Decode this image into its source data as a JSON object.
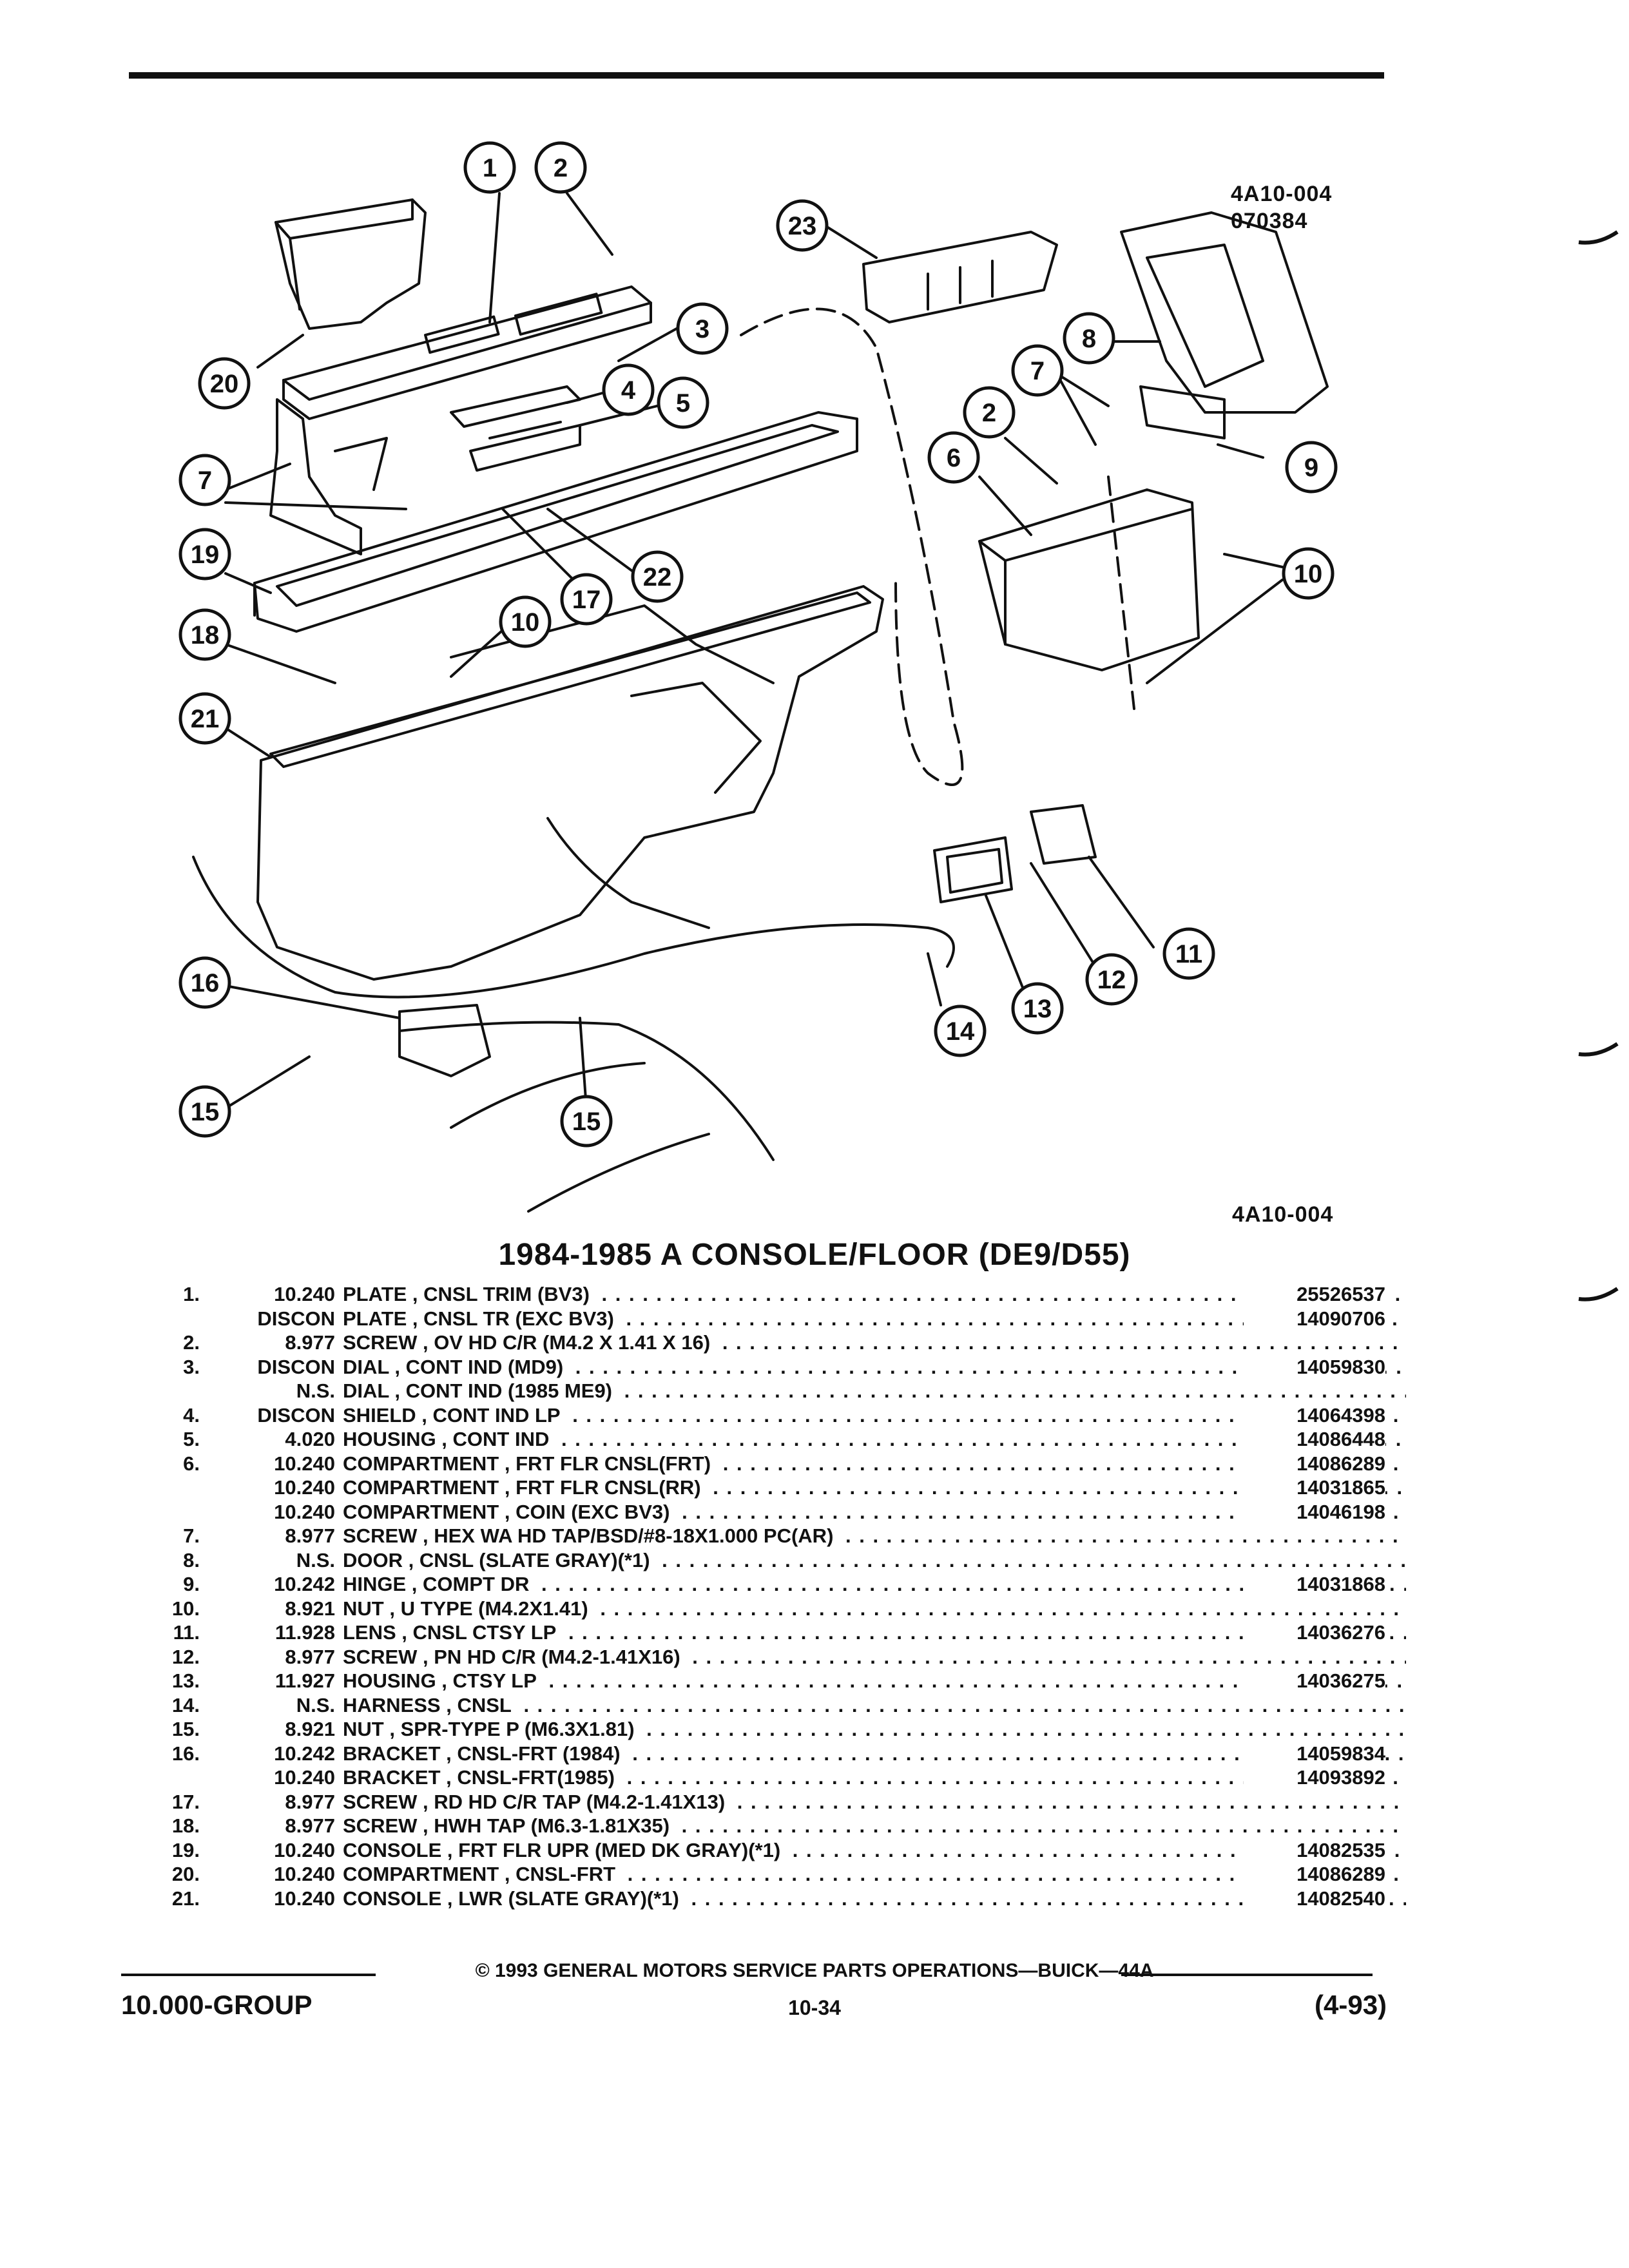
{
  "figure": {
    "code_top": "4A10-004",
    "code_top2": "070384",
    "code_bottom": "4A10-004"
  },
  "callouts": [
    "1",
    "2",
    "3",
    "4",
    "5",
    "6",
    "7",
    "8",
    "9",
    "10",
    "11",
    "12",
    "13",
    "14",
    "15",
    "16",
    "17",
    "18",
    "19",
    "20",
    "21",
    "22",
    "23"
  ],
  "title": "1984-1985 A CONSOLE/FLOOR (DE9/D55)",
  "parts": [
    {
      "num": "1.",
      "group": "10.240",
      "name": "PLATE",
      "desc": "CNSL TRIM (BV3)",
      "part": "25526537"
    },
    {
      "num": "",
      "group": "DISCON",
      "name": "PLATE",
      "desc": "CNSL TR (EXC BV3)",
      "part": "14090706"
    },
    {
      "num": "2.",
      "group": "8.977",
      "name": "SCREW",
      "desc": "OV HD C/R (M4.2 X 1.41 X 16)",
      "part": ""
    },
    {
      "num": "3.",
      "group": "DISCON",
      "name": "DIAL",
      "desc": "CONT IND (MD9)",
      "part": "14059830"
    },
    {
      "num": "",
      "group": "N.S.",
      "name": "DIAL",
      "desc": "CONT IND (1985 ME9)",
      "part": ""
    },
    {
      "num": "4.",
      "group": "DISCON",
      "name": "SHIELD",
      "desc": "CONT IND LP",
      "part": "14064398"
    },
    {
      "num": "5.",
      "group": "4.020",
      "name": "HOUSING",
      "desc": "CONT IND",
      "part": "14086448"
    },
    {
      "num": "6.",
      "group": "10.240",
      "name": "COMPARTMENT",
      "desc": "FRT FLR CNSL(FRT)",
      "part": "14086289"
    },
    {
      "num": "",
      "group": "10.240",
      "name": "COMPARTMENT",
      "desc": "FRT FLR CNSL(RR)",
      "part": "14031865"
    },
    {
      "num": "",
      "group": "10.240",
      "name": "COMPARTMENT",
      "desc": "COIN (EXC BV3)",
      "part": "14046198"
    },
    {
      "num": "7.",
      "group": "8.977",
      "name": "SCREW",
      "desc": "HEX WA HD TAP/BSD/#8-18X1.000 PC(AR)",
      "part": ""
    },
    {
      "num": "8.",
      "group": "N.S.",
      "name": "DOOR",
      "desc": "CNSL (SLATE GRAY)(*1)",
      "part": ""
    },
    {
      "num": "9.",
      "group": "10.242",
      "name": "HINGE",
      "desc": "COMPT DR",
      "part": "14031868"
    },
    {
      "num": "10.",
      "group": "8.921",
      "name": "NUT",
      "desc": "U TYPE (M4.2X1.41)",
      "part": ""
    },
    {
      "num": "11.",
      "group": "11.928",
      "name": "LENS",
      "desc": "CNSL CTSY LP",
      "part": "14036276"
    },
    {
      "num": "12.",
      "group": "8.977",
      "name": "SCREW",
      "desc": "PN HD C/R (M4.2-1.41X16)",
      "part": ""
    },
    {
      "num": "13.",
      "group": "11.927",
      "name": "HOUSING",
      "desc": "CTSY LP",
      "part": "14036275"
    },
    {
      "num": "14.",
      "group": "N.S.",
      "name": "HARNESS",
      "desc": "CNSL",
      "part": ""
    },
    {
      "num": "15.",
      "group": "8.921",
      "name": "NUT",
      "desc": "SPR-TYPE P (M6.3X1.81)",
      "part": ""
    },
    {
      "num": "16.",
      "group": "10.242",
      "name": "BRACKET",
      "desc": "CNSL-FRT (1984)",
      "part": "14059834"
    },
    {
      "num": "",
      "group": "10.240",
      "name": "BRACKET",
      "desc": "CNSL-FRT(1985)",
      "part": "14093892"
    },
    {
      "num": "17.",
      "group": "8.977",
      "name": "SCREW",
      "desc": "RD HD C/R TAP (M4.2-1.41X13)",
      "part": ""
    },
    {
      "num": "18.",
      "group": "8.977",
      "name": "SCREW",
      "desc": "HWH TAP (M6.3-1.81X35)",
      "part": ""
    },
    {
      "num": "19.",
      "group": "10.240",
      "name": "CONSOLE",
      "desc": "FRT FLR UPR (MED DK GRAY)(*1)",
      "part": "14082535"
    },
    {
      "num": "20.",
      "group": "10.240",
      "name": "COMPARTMENT",
      "desc": "CNSL-FRT",
      "part": "14086289"
    },
    {
      "num": "21.",
      "group": "10.240",
      "name": "CONSOLE",
      "desc": "LWR (SLATE GRAY)(*1)",
      "part": "14082540"
    }
  ],
  "footer": {
    "copyright": "© 1993 GENERAL MOTORS SERVICE PARTS OPERATIONS—BUICK—44A",
    "group": "10.000-GROUP",
    "page": "10-34",
    "revision": "(4-93)"
  }
}
